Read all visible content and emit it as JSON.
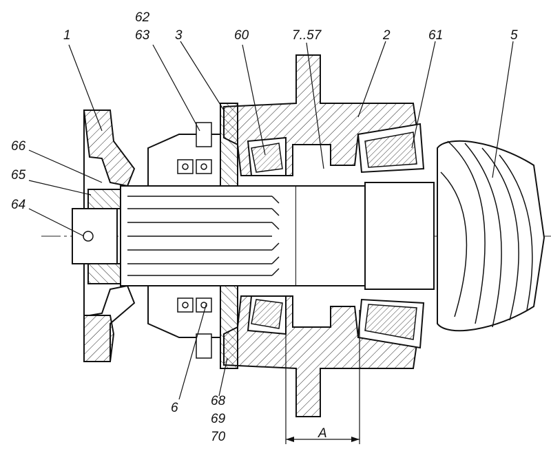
{
  "callouts": {
    "c1": "1",
    "c62": "62",
    "c63": "63",
    "c3": "3",
    "c60": "60",
    "c7_57": "7..57",
    "c2": "2",
    "c61": "61",
    "c5": "5",
    "c66": "66",
    "c65": "65",
    "c64": "64",
    "c6": "6",
    "c68": "68",
    "c69": "69",
    "c70": "70",
    "dimA": "A"
  }
}
